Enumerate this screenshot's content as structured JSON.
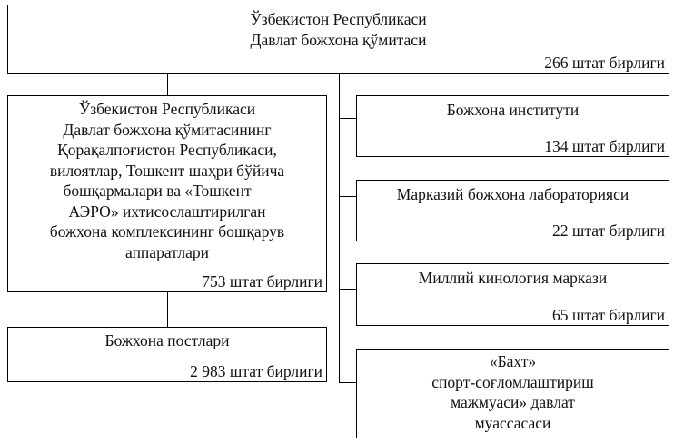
{
  "top": {
    "line1": "Ўзбекистон Республикаси",
    "line2": "Давлат божхона қўмитаси",
    "count": "266 штат бирлиги"
  },
  "regional": {
    "lines": [
      "Ўзбекистон Республикаси",
      "Давлат божхона қўмитасининг",
      "Қорақалпоғистон Республикаси,",
      "вилоятлар, Тошкент шаҳри бўйича",
      "бошқармалари ва «Тошкент —",
      "АЭРО» ихтисослаштирилган",
      "божхона комплексининг бошқарув",
      "аппаратлари"
    ],
    "count": "753 штат бирлиги"
  },
  "posts": {
    "title": "Божхона постлари",
    "count": "2 983 штат бирлиги"
  },
  "institute": {
    "title": "Божхона институти",
    "count": "134 штат бирлиги"
  },
  "lab": {
    "title": "Марказий божхона лабораторияси",
    "count": "22 штат бирлиги"
  },
  "cynology": {
    "title": "Миллий кинология маркази",
    "count": "65 штат бирлиги"
  },
  "sport": {
    "lines": [
      "«Бахт»",
      "спорт-соғломлаштириш",
      "мажмуаси» давлат",
      "муассасаси"
    ]
  }
}
